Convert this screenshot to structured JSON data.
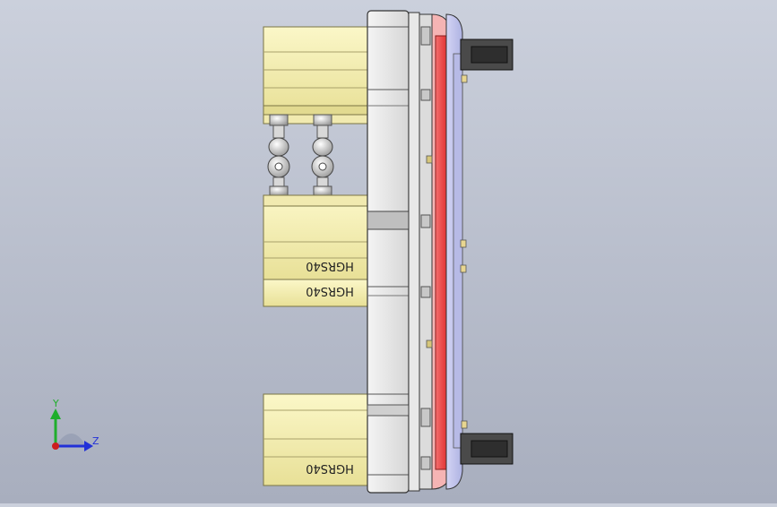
{
  "viewport": {
    "background_top": "#cbd0dc",
    "background_bottom": "#a8aebe"
  },
  "model": {
    "rail_labels": [
      "HGRS40",
      "HGRS40",
      "HGRS40"
    ],
    "colors": {
      "rail_yellow": "#f4eeaa",
      "rail_edge": "#7a7444",
      "plate_gray": "#e6e6e6",
      "red_strip": "#ef4d4d",
      "purple_plate": "#c3c6ec",
      "clamp_dark": "#3a3a3a"
    }
  },
  "triad": {
    "y_label": "Y",
    "z_label": "Z",
    "y_color": "#1fae2c",
    "z_color": "#2130d8",
    "origin_color": "#cc1f1f"
  }
}
